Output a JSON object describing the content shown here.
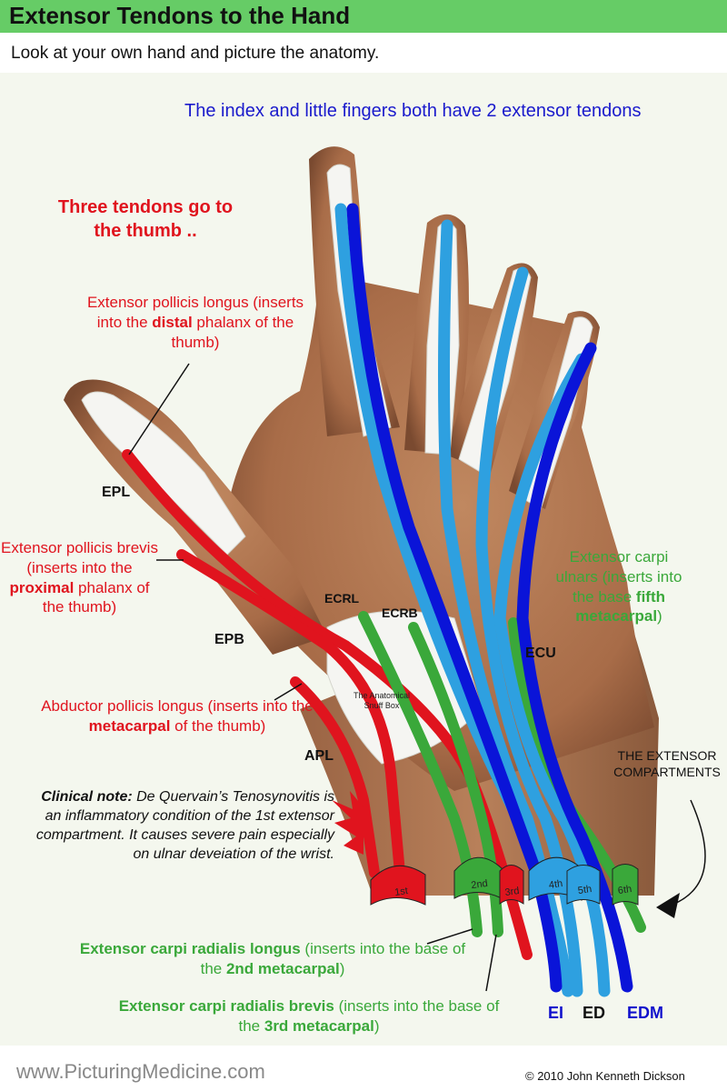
{
  "header": {
    "title": "Extensor Tendons to the Hand",
    "subtitle": "Look at your own hand and picture the anatomy."
  },
  "notes": {
    "index_little": "The index and little fingers both have 2 extensor tendons",
    "thumb": "Three tendons go to the thumb .."
  },
  "labels": {
    "epl": {
      "abbr": "EPL",
      "pre": "Extensor pollicis longus (inserts into the ",
      "bold": "distal",
      "post": " phalanx of the thumb)"
    },
    "epb": {
      "abbr": "EPB",
      "pre": "Extensor pollicis brevis (inserts into the ",
      "bold": "proximal",
      "post": " phalanx of the thumb)"
    },
    "apl": {
      "abbr": "APL",
      "pre": "Abductor pollicis longus (inserts into the ",
      "bold": "metacarpal",
      "post": " of the thumb)"
    },
    "ecu": {
      "abbr": "ECU",
      "pre": "Extensor carpi ulnars (inserts into the base ",
      "bold": "fifth metacarpal",
      "post": ")"
    },
    "ecrl": {
      "abbr": "ECRL",
      "bold1": "Extensor carpi radialis longus",
      "pre": " (inserts into the base of the ",
      "bold2": "2nd metacarpal",
      "post": ")"
    },
    "ecrb": {
      "abbr": "ECRB",
      "bold1": "Extensor carpi radialis brevis",
      "pre": " (inserts into the base of the ",
      "bold2": "3rd metacarpal",
      "post": ")"
    },
    "ei": "EI",
    "ed": "ED",
    "edm": "EDM"
  },
  "clinical": {
    "bold": "Clinical note:",
    "text": " De Quervain’s Tenosynovitis is an inflammatory condition of the 1st  extensor compartment. It causes severe pain especially on ulnar deveiation of the wrist."
  },
  "compartments": {
    "label": "THE EXTENSOR COMPARTMENTS",
    "items": [
      "1st",
      "2nd",
      "3rd",
      "4th",
      "5th",
      "6th"
    ]
  },
  "snuffbox": "The Anatomical Snuff Box",
  "footer": {
    "website": "www.PicturingMedicine.com",
    "copyright": "© 2010 John Kenneth Dickson"
  },
  "colors": {
    "header_green": "#66cc66",
    "tendon_red": "#e0141e",
    "tendon_green": "#3aa83a",
    "tendon_light_blue": "#2ea0e0",
    "tendon_dark_blue": "#0a14d8",
    "skin": "#a86c48",
    "bone": "#f5f5f2"
  }
}
